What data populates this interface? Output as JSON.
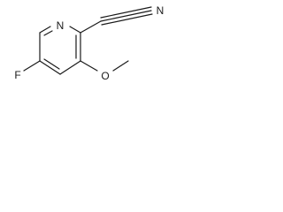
{
  "molecule": {
    "atoms": {
      "ring_nitrogen": "N",
      "nitrile_nitrogen": "N",
      "fluorine": "F",
      "methoxy_oxygen": "O"
    }
  },
  "colors": {
    "bond": "#1a1a1a",
    "background": "#ffffff"
  }
}
